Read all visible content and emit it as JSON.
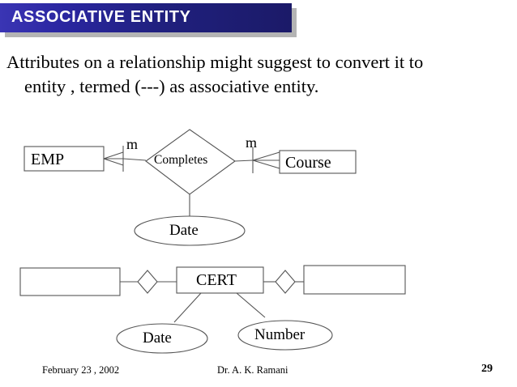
{
  "slide": {
    "title": "ASSOCIATIVE ENTITY",
    "body": {
      "line1": "Attributes on a relationship might suggest to convert it to",
      "line2": "entity , termed (---) as associative entity."
    }
  },
  "diagram": {
    "upper": {
      "entity_left": "EMP",
      "entity_right": "Course",
      "relationship": "Completes",
      "cardinality_left": "m",
      "cardinality_right": "m",
      "attribute": "Date"
    },
    "lower": {
      "entity_left": "",
      "entity_center": "CERT",
      "entity_right": "",
      "attribute_left": "Date",
      "attribute_right": "Number"
    }
  },
  "footer": {
    "date": "February 23 , 2002",
    "author": "Dr. A. K. Ramani",
    "page": "29"
  },
  "colors": {
    "title_gradient_start": "#3a35b4",
    "title_gradient_end": "#1b1a68",
    "title_shadow": "#b4b4b4",
    "stroke": "#555555",
    "text": "#000000"
  }
}
